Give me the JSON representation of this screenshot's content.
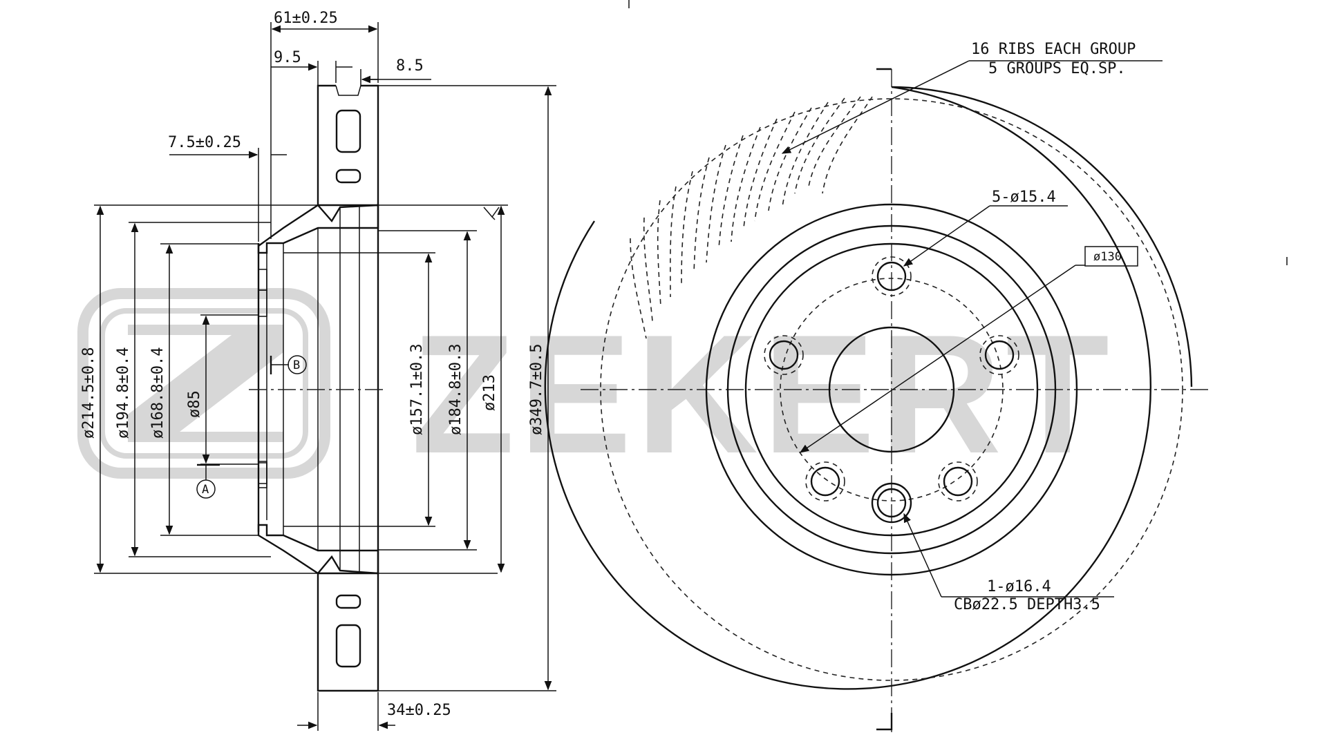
{
  "watermark": {
    "text": "ZEKERT",
    "color": "#d7d7d7"
  },
  "section_view": {
    "dimensions": {
      "width_61": "61±0.25",
      "offset_9_5": "9.5",
      "offset_8_5": "8.5",
      "hub_7_5": "7.5±0.25",
      "thickness_34": "34±0.25",
      "d214_5": "ø214.5±0.8",
      "d194_8": "ø194.8±0.4",
      "d168_8": "ø168.8±0.4",
      "d85": "ø85",
      "d157_1": "ø157.1±0.3",
      "d184_8": "ø184.8±0.3",
      "d213": "ø213",
      "d349_7": "ø349.7±0.5"
    },
    "datums": {
      "a": "A",
      "b": "B"
    }
  },
  "front_view": {
    "ribs_note_line1": "16 RIBS EACH GROUP",
    "ribs_note_line2": "5 GROUPS EQ.SP.",
    "holes_callout": "5-ø15.4",
    "pcd_box": "ø130",
    "counterbore_line1": "1-ø16.4",
    "counterbore_line2": "CBø22.5 DEPTH3.5"
  }
}
